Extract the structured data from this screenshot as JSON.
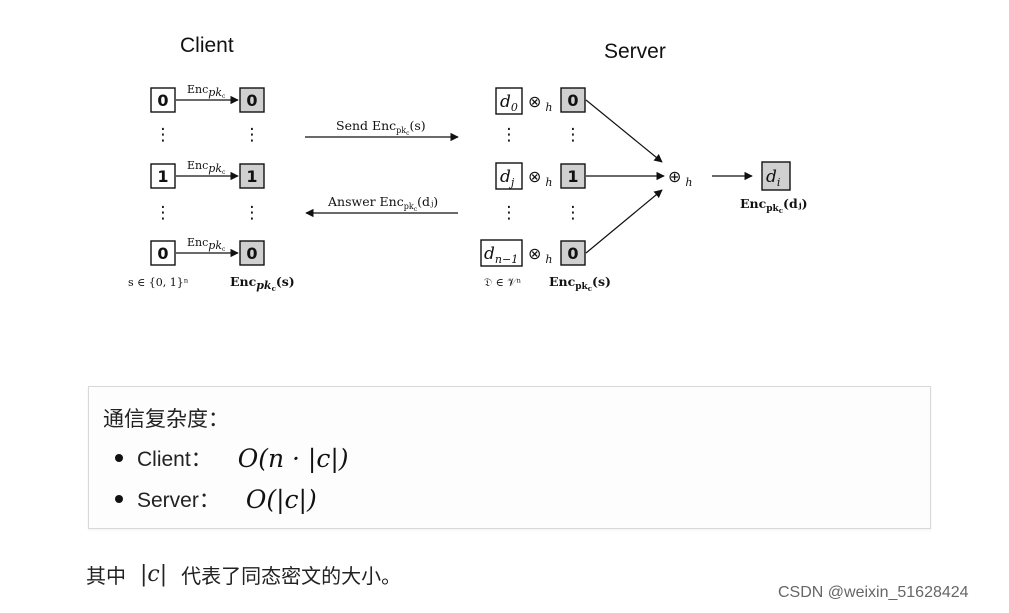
{
  "diagram": {
    "client_title": "Client",
    "server_title": "Server",
    "enc_label": "Enc",
    "enc_sub": "pk",
    "enc_subsub": "c",
    "client_bits": [
      "0",
      "1",
      "0"
    ],
    "encrypted_bits": [
      "0",
      "1",
      "0"
    ],
    "client_left_caption": "s ∈ {0, 1}ⁿ",
    "client_right_caption": "Enc",
    "client_right_caption_arg": "(s)",
    "send_label": "Send Enc",
    "send_label_arg": "(s)",
    "answer_label": "Answer Enc",
    "answer_label_arg": "(dⱼ)",
    "server_elements": [
      {
        "main": "d",
        "sub": "0"
      },
      {
        "main": "d",
        "sub": "j"
      },
      {
        "main": "d",
        "sub": "n−1"
      }
    ],
    "server_bits": [
      "0",
      "1",
      "0"
    ],
    "otimes": "⊗",
    "oplus": "⊕",
    "op_sub": "h",
    "server_left_caption": "𝔇 ∈ 𝒱ⁿ",
    "server_right_caption": "Enc",
    "server_right_caption_arg": "(s)",
    "result_main": "d",
    "result_sub": "i",
    "result_caption": "Enc",
    "result_caption_arg": "(dⱼ)",
    "vdots": "⋮"
  },
  "note": {
    "title": "通信复杂度：",
    "items": [
      {
        "label": "Client：",
        "formula": "O(n · |c|)"
      },
      {
        "label": "Server：",
        "formula": "O(|c|)"
      }
    ]
  },
  "footer": {
    "prefix": "其中",
    "math": "|c|",
    "suffix": "代表了同态密文的大小。"
  },
  "watermark": "CSDN @weixin_51628424"
}
